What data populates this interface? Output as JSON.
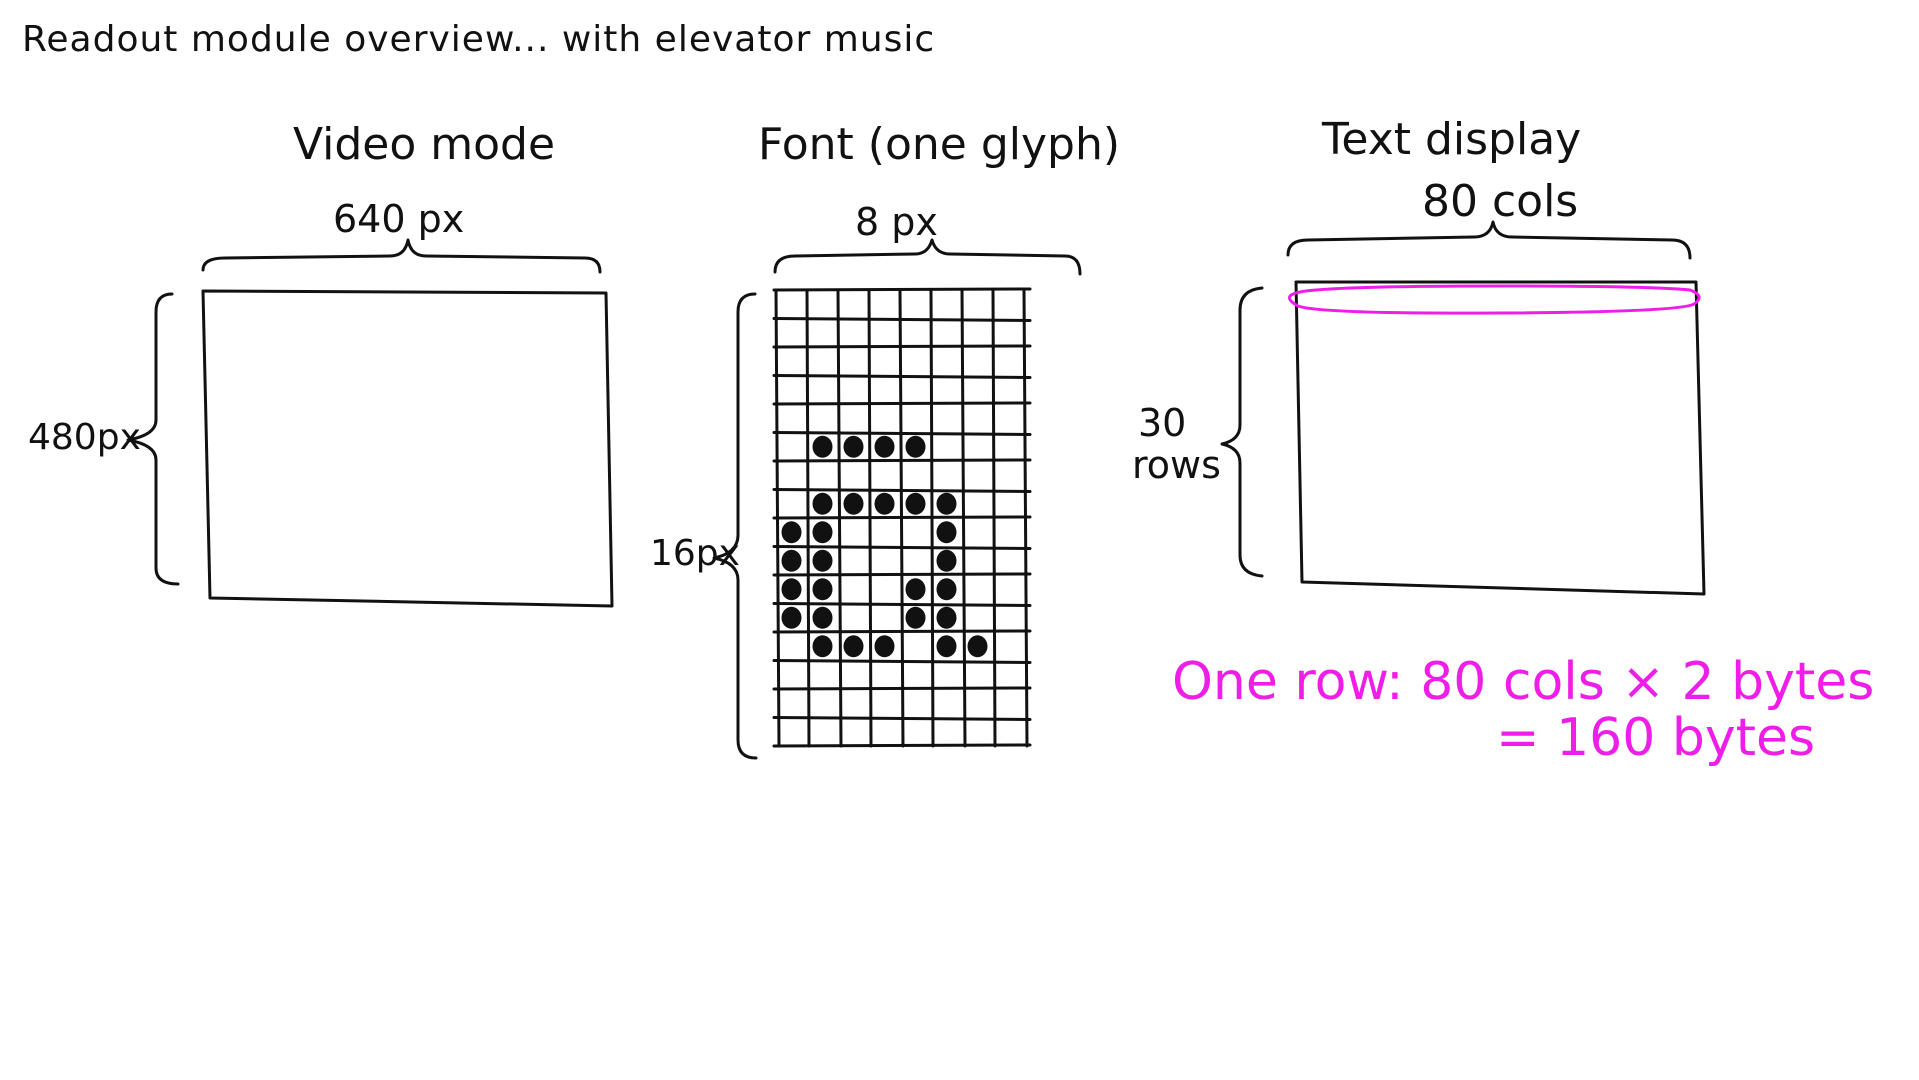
{
  "title": "Readout module overview... with elevator music",
  "video_mode": {
    "title": "Video mode",
    "width_label": "640 px",
    "height_label": "480px"
  },
  "font_glyph": {
    "title": "Font (one glyph)",
    "width_label": "8 px",
    "height_label": "16px",
    "grid": {
      "cols": 8,
      "rows": 16
    },
    "filled_cells": [
      [
        5,
        1
      ],
      [
        5,
        2
      ],
      [
        5,
        3
      ],
      [
        5,
        4
      ],
      [
        7,
        1
      ],
      [
        7,
        2
      ],
      [
        7,
        3
      ],
      [
        7,
        4
      ],
      [
        7,
        5
      ],
      [
        8,
        0
      ],
      [
        8,
        1
      ],
      [
        8,
        5
      ],
      [
        9,
        0
      ],
      [
        9,
        1
      ],
      [
        9,
        5
      ],
      [
        10,
        0
      ],
      [
        10,
        1
      ],
      [
        10,
        4
      ],
      [
        10,
        5
      ],
      [
        11,
        0
      ],
      [
        11,
        1
      ],
      [
        11,
        4
      ],
      [
        11,
        5
      ],
      [
        12,
        1
      ],
      [
        12,
        2
      ],
      [
        12,
        3
      ],
      [
        12,
        5
      ],
      [
        12,
        6
      ]
    ]
  },
  "text_display": {
    "title": "Text display",
    "cols_label": "80 cols",
    "rows_label_num": "30",
    "rows_label_word": "rows"
  },
  "note": {
    "line1": "One row: 80 cols × 2 bytes",
    "line2": "= 160 bytes",
    "color": "#ee1ee8"
  }
}
